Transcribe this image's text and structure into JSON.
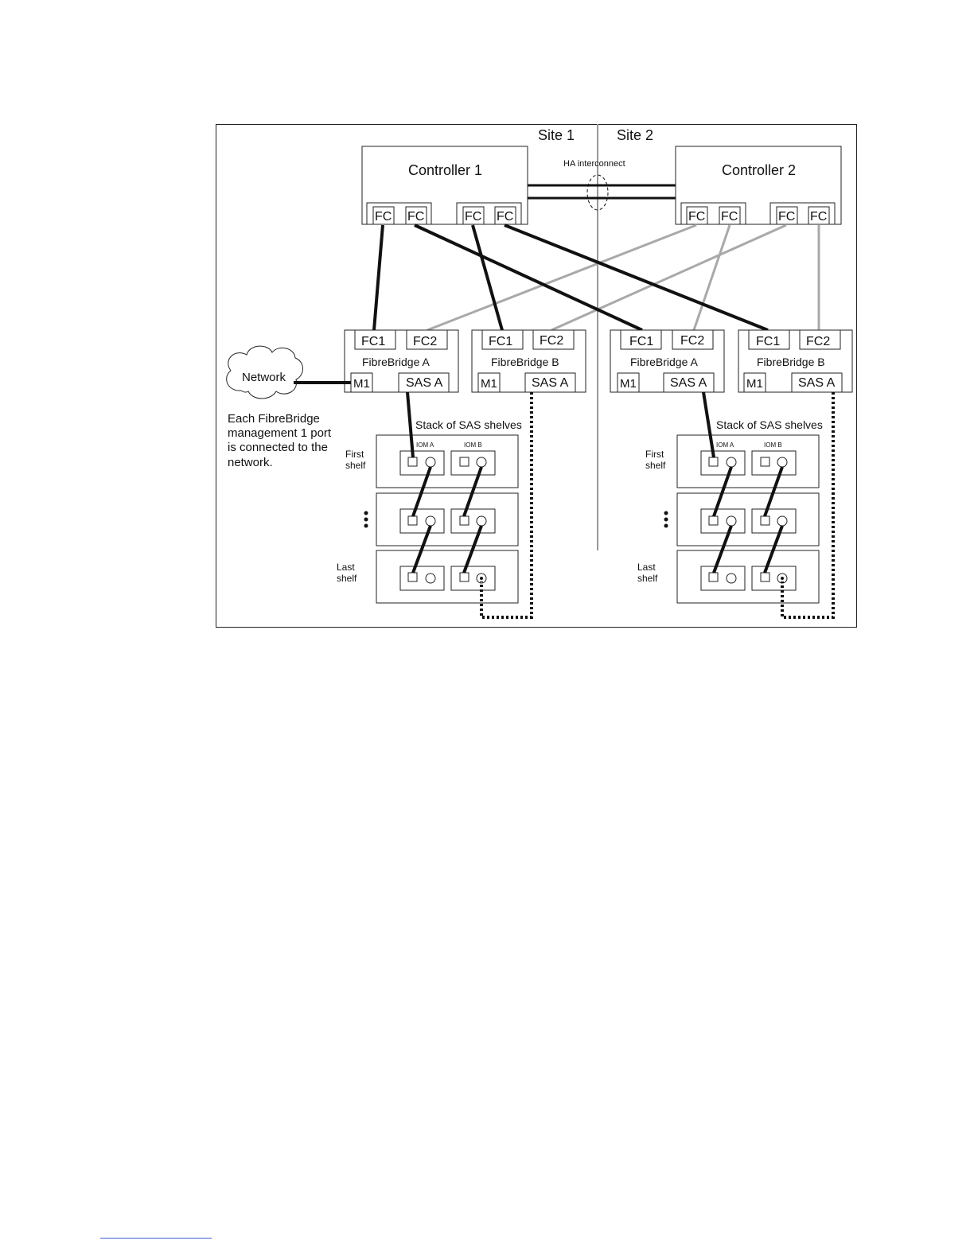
{
  "sites": {
    "site1": "Site 1",
    "site2": "Site 2"
  },
  "ha_interconnect": "HA interconnect",
  "controllers": [
    {
      "label": "Controller 1",
      "ports": [
        "FC",
        "FC",
        "FC",
        "FC"
      ]
    },
    {
      "label": "Controller 2",
      "ports": [
        "FC",
        "FC",
        "FC",
        "FC"
      ]
    }
  ],
  "bridges": [
    {
      "name": "FibreBridge A",
      "fc1": "FC1",
      "fc2": "FC2",
      "m1": "M1",
      "sas": "SAS A"
    },
    {
      "name": "FibreBridge B",
      "fc1": "FC1",
      "fc2": "FC2",
      "m1": "M1",
      "sas": "SAS A"
    },
    {
      "name": "FibreBridge A",
      "fc1": "FC1",
      "fc2": "FC2",
      "m1": "M1",
      "sas": "SAS A"
    },
    {
      "name": "FibreBridge B",
      "fc1": "FC1",
      "fc2": "FC2",
      "m1": "M1",
      "sas": "SAS A"
    }
  ],
  "network": {
    "label": "Network",
    "note": [
      "Each FibreBridge",
      "management 1 port",
      "is connected to the",
      "network."
    ]
  },
  "stacks": [
    {
      "title": "Stack of SAS shelves",
      "iom_a": "IOM A",
      "iom_b": "IOM B",
      "first_shelf": [
        "First",
        "shelf"
      ],
      "last_shelf": [
        "Last",
        "shelf"
      ]
    },
    {
      "title": "Stack of SAS shelves",
      "iom_a": "IOM A",
      "iom_b": "IOM B",
      "first_shelf": [
        "First",
        "shelf"
      ],
      "last_shelf": [
        "Last",
        "shelf"
      ]
    }
  ],
  "colors": {
    "cable_black": "#111111",
    "cable_gray": "#a9a9a9",
    "border": "#222222",
    "footer_link": "#3a5fd0"
  }
}
